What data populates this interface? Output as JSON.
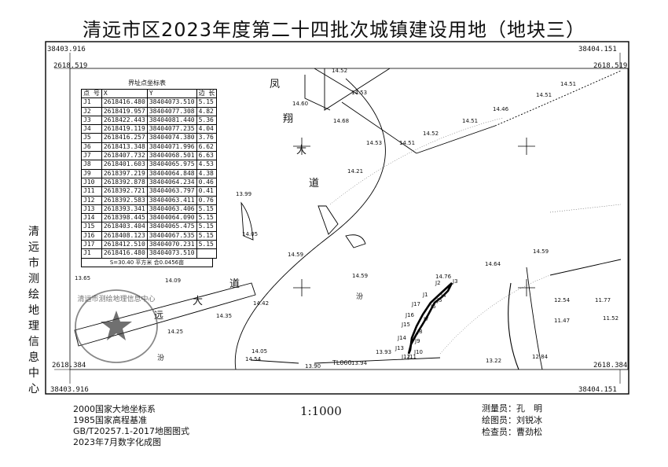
{
  "title": "清远市区2023年度第二十四批次城镇建设用地（地块三）",
  "corners": {
    "top_left_x": "38403.916",
    "top_right_x": "38404.151",
    "left_top_y": "2618.519",
    "right_top_y": "2618.519",
    "left_bottom_y": "2618.384",
    "right_bottom_y": "2618.384",
    "bottom_left_x": "38403.916",
    "bottom_right_x": "38404.151"
  },
  "side_label": "清远市测绘地理信息中心",
  "footer": {
    "system": "2000国家大地坐标系",
    "height": "1985国家高程基准",
    "standard": "GB/T20257.1-2017地图图式",
    "date": "2023年7月数字化成图",
    "scale": "1:1000",
    "surveyor": "测量员：孔　明",
    "drafter": "绘图员：刘锐冰",
    "checker": "检查员：曹劲松"
  },
  "coord_table": {
    "title": "界址点坐标表",
    "headers": [
      "点 号",
      "X",
      "Y",
      "边 长"
    ],
    "rows": [
      [
        "J1",
        "2618416.480",
        "38404073.510"
      ],
      [
        "J2",
        "2618419.957",
        "38404077.308"
      ],
      [
        "J3",
        "2618422.443",
        "38404081.440"
      ],
      [
        "J4",
        "2618419.119",
        "38404077.235"
      ],
      [
        "J5",
        "2618416.257",
        "38404074.380"
      ],
      [
        "J6",
        "2618413.348",
        "38404071.996"
      ],
      [
        "J7",
        "2618407.732",
        "38404068.501"
      ],
      [
        "J8",
        "2618401.603",
        "38404065.975"
      ],
      [
        "J9",
        "2618397.219",
        "38404064.848"
      ],
      [
        "J10",
        "2618392.878",
        "38404064.234"
      ],
      [
        "J11",
        "2618392.721",
        "38404063.797"
      ],
      [
        "J12",
        "2618392.583",
        "38404063.411"
      ],
      [
        "J13",
        "2618393.341",
        "38404063.406"
      ],
      [
        "J14",
        "2618398.445",
        "38404064.090"
      ],
      [
        "J15",
        "2618403.404",
        "38404065.475"
      ],
      [
        "J16",
        "2618408.123",
        "38404067.535"
      ],
      [
        "J17",
        "2618412.510",
        "38404070.231"
      ],
      [
        "J1",
        "2618416.480",
        "38404073.510"
      ]
    ],
    "edges": [
      "5.15",
      "4.82",
      "5.36",
      "4.04",
      "3.76",
      "6.62",
      "6.63",
      "4.53",
      "4.38",
      "0.46",
      "0.41",
      "0.76",
      "5.15",
      "5.15",
      "5.15",
      "5.15",
      "5.15"
    ],
    "area": "S=30.40 平方米 合0.0456亩"
  },
  "map_labels": {
    "feng": "凤",
    "xiang": "翔",
    "da1": "大",
    "dao1": "道",
    "da2": "大",
    "dao2": "道",
    "fen1": "汾",
    "fen2": "汾",
    "yuan": "远",
    "tlo60": "TL060"
  },
  "elevations": [
    "14.52",
    "14.60",
    "14.53",
    "14.68",
    "14.51",
    "14.51",
    "14.46",
    "14.52",
    "14.51",
    "14.51",
    "14.53",
    "14.21",
    "13.99",
    "14.05",
    "14.59",
    "14.59",
    "13.65",
    "14.09",
    "14.42",
    "14.35",
    "14.25",
    "14.05",
    "14.54",
    "13.90",
    "13.94",
    "13.93",
    "14.76",
    "14.64",
    "14.59",
    "12.54",
    "11.77",
    "11.47",
    "11.52",
    "13.22",
    "12.84"
  ],
  "point_labels": [
    "J1",
    "J2",
    "J3",
    "J4",
    "J5",
    "J6",
    "J7",
    "J8",
    "J9",
    "J10",
    "J11",
    "J12",
    "J13",
    "J14",
    "J15",
    "J16",
    "J17"
  ],
  "seal_text": "清远市测绘地理信息中心"
}
